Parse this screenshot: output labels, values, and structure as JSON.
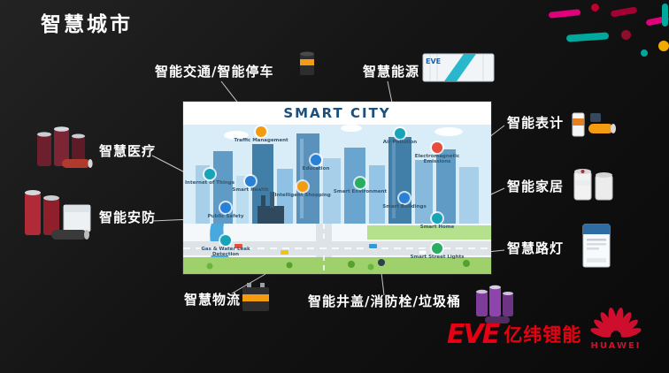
{
  "slide": {
    "title": "智慧城市"
  },
  "callouts": {
    "traffic": "智能交通/智能停车",
    "energy": "智慧能源",
    "meter": "智能表计",
    "home": "智能家居",
    "streetlight": "智慧路灯",
    "medical": "智慧医疗",
    "security": "智能安防",
    "logistics": "智慧物流",
    "manhole": "智能井盖/消防栓/垃圾桶"
  },
  "city": {
    "title": "SMART CITY",
    "icons": [
      {
        "label": "Traffic Management",
        "color": "#f39c12"
      },
      {
        "label": "Internet of Things",
        "color": "#16a5b8"
      },
      {
        "label": "Smart Health",
        "color": "#2980d9"
      },
      {
        "label": "Education",
        "color": "#2980d9"
      },
      {
        "label": "Air Pollution",
        "color": "#16a5b8"
      },
      {
        "label": "Electromagnetic Emissions",
        "color": "#e74c3c"
      },
      {
        "label": "Intelligent Shopping",
        "color": "#f39c12"
      },
      {
        "label": "Smart Environment",
        "color": "#27ae60"
      },
      {
        "label": "Smart Buildings",
        "color": "#2980d9"
      },
      {
        "label": "Smart Home",
        "color": "#16a5b8"
      },
      {
        "label": "Public Safety",
        "color": "#2980d9"
      },
      {
        "label": "Gas & Water Leak Detection",
        "color": "#16a5b8"
      },
      {
        "label": "Smart Street Lights",
        "color": "#27ae60"
      }
    ]
  },
  "products": {
    "energy_container_label": "EVE"
  },
  "logos": {
    "eve_text": "EVE",
    "eve_cn": "亿纬锂能",
    "huawei_text": "HUAWEI"
  },
  "colors": {
    "background": "#141414",
    "label_text": "#ffffff",
    "brand_red": "#e60012",
    "huawei_red": "#ce0e2d",
    "city_title_blue": "#1c4f7c"
  }
}
